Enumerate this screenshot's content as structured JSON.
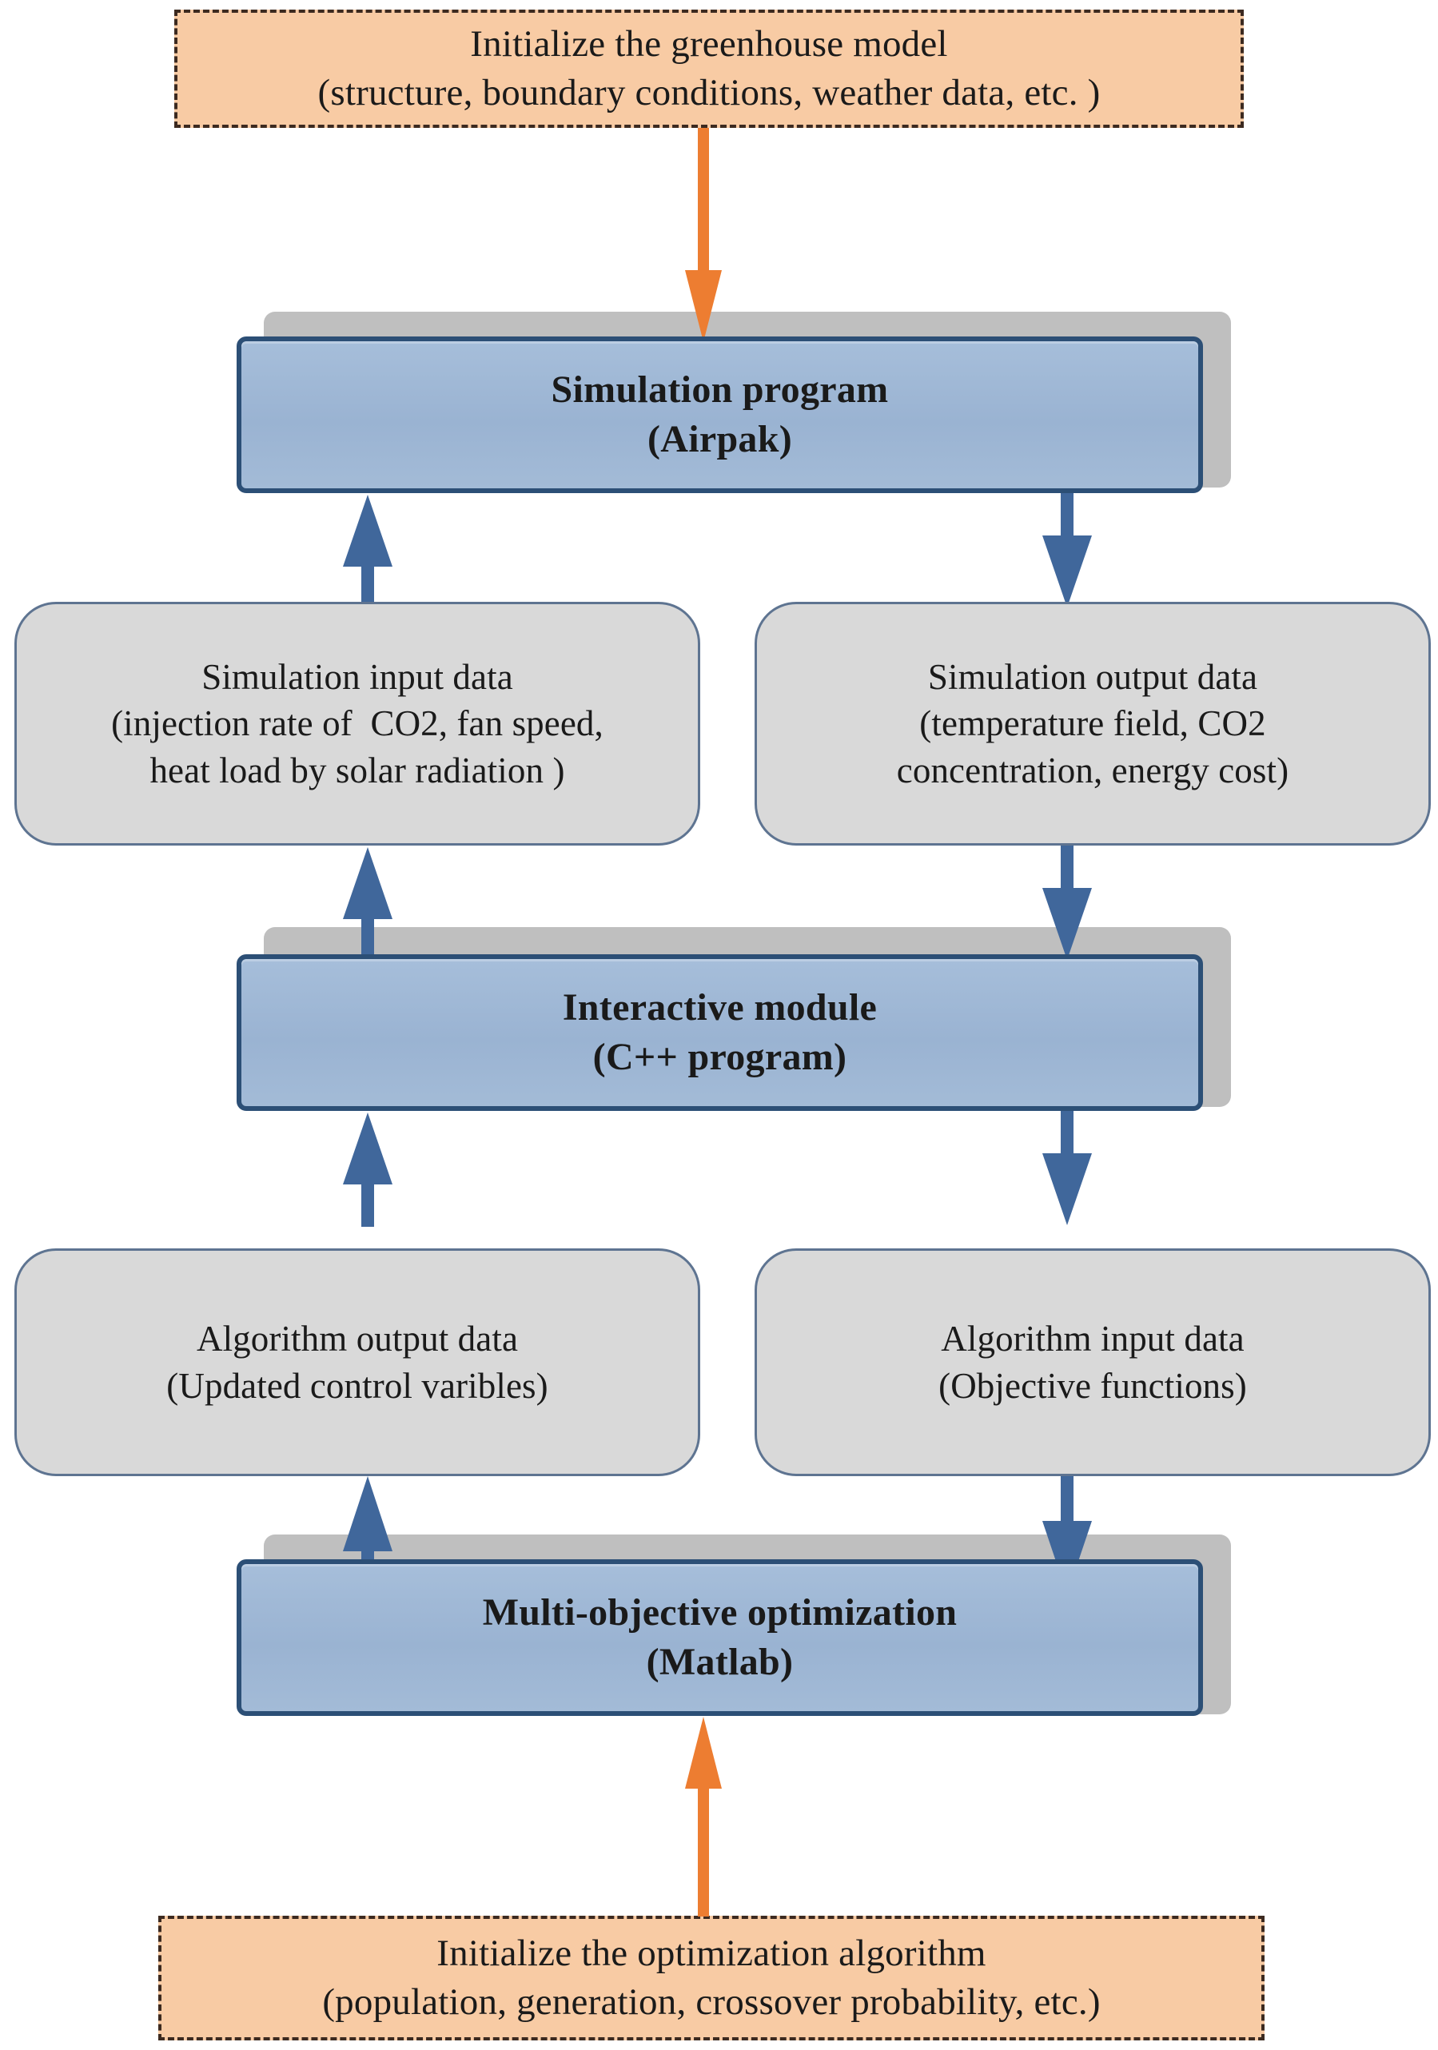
{
  "diagram": {
    "title": "Greenhouse simulation-optimization coupling flowchart",
    "colors": {
      "peach_fill": "#F8CBA4",
      "peach_border": "#3C2A20",
      "blue_fill": "#9DB7D5",
      "blue_border": "#2C4F76",
      "blue_shadow": "#BFBFBF",
      "gray_fill": "#D9D9D9",
      "gray_border": "#5E7491",
      "arrow_blue": "#40679B",
      "arrow_orange": "#ED7D31"
    },
    "nodes": [
      {
        "id": "init-greenhouse",
        "kind": "terminator",
        "lines": [
          "Initialize the greenhouse model",
          "(structure, boundary conditions, weather data, etc. )"
        ]
      },
      {
        "id": "simulation-program",
        "kind": "process",
        "lines": [
          "Simulation program",
          "(Airpak)"
        ]
      },
      {
        "id": "simulation-input-data",
        "kind": "data",
        "lines": [
          "Simulation input data",
          "(injection rate of  CO2, fan speed,",
          "heat load by solar radiation )"
        ]
      },
      {
        "id": "simulation-output-data",
        "kind": "data",
        "lines": [
          "Simulation output data",
          "(temperature field, CO2",
          "concentration, energy cost)"
        ]
      },
      {
        "id": "interactive-module",
        "kind": "process",
        "lines": [
          "Interactive module",
          "(C++ program)"
        ]
      },
      {
        "id": "algorithm-output-data",
        "kind": "data",
        "lines": [
          "Algorithm output data",
          "(Updated control varibles)"
        ]
      },
      {
        "id": "algorithm-input-data",
        "kind": "data",
        "lines": [
          "Algorithm input data",
          "(Objective functions)"
        ]
      },
      {
        "id": "multi-objective-optimization",
        "kind": "process",
        "lines": [
          "Multi-objective optimization",
          "(Matlab)"
        ]
      },
      {
        "id": "init-optimization",
        "kind": "terminator",
        "lines": [
          "Initialize the optimization algorithm",
          "(population, generation, crossover probability, etc.)"
        ]
      }
    ],
    "edges": [
      {
        "id": "e1",
        "from": "init-greenhouse",
        "to": "simulation-program",
        "color": "orange",
        "direction": "down"
      },
      {
        "id": "e2",
        "from": "simulation-input-data",
        "to": "simulation-program",
        "color": "blue",
        "direction": "up"
      },
      {
        "id": "e3",
        "from": "simulation-program",
        "to": "simulation-output-data",
        "color": "blue",
        "direction": "down"
      },
      {
        "id": "e4",
        "from": "interactive-module",
        "to": "simulation-input-data",
        "color": "blue",
        "direction": "up"
      },
      {
        "id": "e5",
        "from": "simulation-output-data",
        "to": "interactive-module",
        "color": "blue",
        "direction": "down"
      },
      {
        "id": "e6",
        "from": "algorithm-output-data",
        "to": "interactive-module",
        "color": "blue",
        "direction": "up"
      },
      {
        "id": "e7",
        "from": "interactive-module",
        "to": "algorithm-input-data",
        "color": "blue",
        "direction": "down"
      },
      {
        "id": "e8",
        "from": "multi-objective-optimization",
        "to": "algorithm-output-data",
        "color": "blue",
        "direction": "up"
      },
      {
        "id": "e9",
        "from": "algorithm-input-data",
        "to": "multi-objective-optimization",
        "color": "blue",
        "direction": "down"
      },
      {
        "id": "e10",
        "from": "init-optimization",
        "to": "multi-objective-optimization",
        "color": "orange",
        "direction": "up"
      }
    ]
  }
}
